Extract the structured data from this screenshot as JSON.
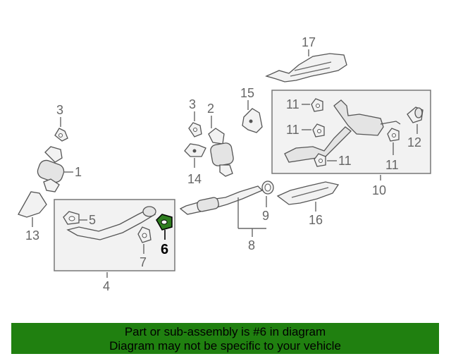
{
  "diagram": {
    "callouts": {
      "c1": "1",
      "c2": "2",
      "c3a": "3",
      "c3b": "3",
      "c4": "4",
      "c5": "5",
      "c6": "6",
      "c7": "7",
      "c8": "8",
      "c9": "9",
      "c10": "10",
      "c11a": "11",
      "c11b": "11",
      "c11c": "11",
      "c11d": "11",
      "c12": "12",
      "c13": "13",
      "c14": "14",
      "c15": "15",
      "c16": "16",
      "c17": "17"
    },
    "highlight_color": "#2e7d1f"
  },
  "banner": {
    "line1": "Part or sub-assembly is #6 in diagram",
    "line2": "Diagram may not be specific to your vehicle",
    "background": "#208010"
  }
}
